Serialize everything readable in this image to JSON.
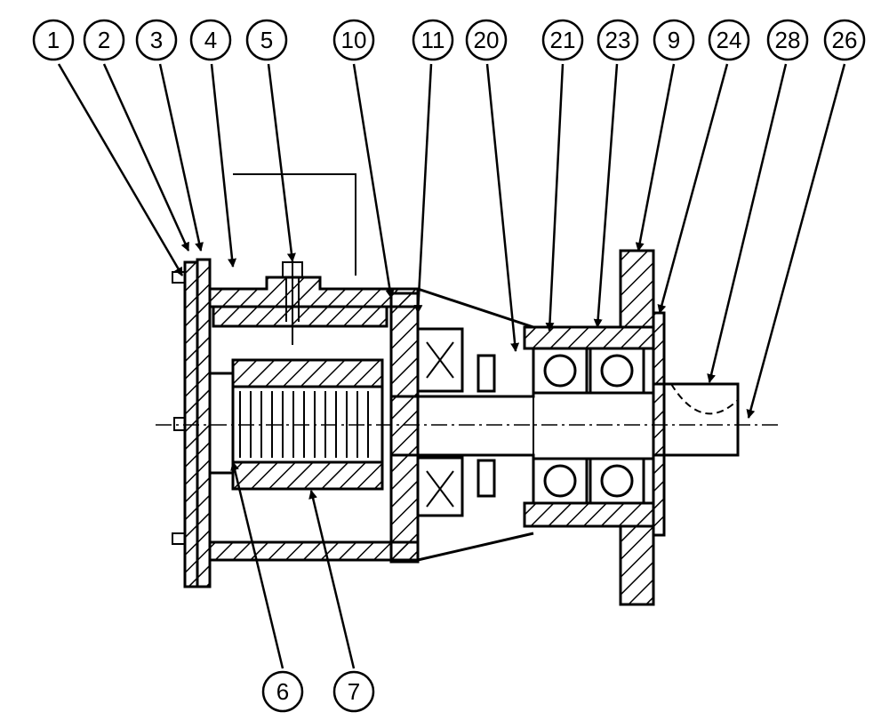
{
  "balloons_top": [
    "1",
    "2",
    "3",
    "4",
    "5",
    "10",
    "11",
    "20",
    "21",
    "23",
    "9",
    "24",
    "28",
    "26"
  ],
  "balloons_bottom": [
    "6",
    "7"
  ],
  "colors": {
    "line": "#000000",
    "background": "#ffffff"
  }
}
